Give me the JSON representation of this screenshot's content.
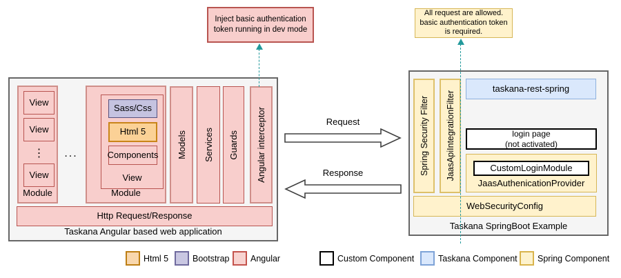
{
  "notes": {
    "dev_token": "Inject basic authentication token running in dev mode",
    "auth_required": "All request are allowed. basic authentication token is required."
  },
  "arrows": {
    "request": "Request",
    "response": "Response"
  },
  "angular_app": {
    "title": "Taskana Angular based web application",
    "modules": {
      "left": {
        "label": "Module",
        "views": [
          "View",
          "View",
          "View"
        ],
        "more_indicator": "⋮"
      },
      "between": "...",
      "right": {
        "label": "Module",
        "view": {
          "label": "View",
          "layers": [
            "Sass/Css",
            "Html 5",
            "Components"
          ]
        }
      }
    },
    "columns": [
      "Models",
      "Services",
      "Guards",
      "Angular interceptor"
    ],
    "http_bar": "Http Request/Response"
  },
  "springboot_app": {
    "title": "Taskana SpringBoot Example",
    "filters": [
      "Spring Security Filter",
      "JaasApiIntegrationFilter"
    ],
    "taskana_rest": "taskana-rest-spring",
    "login_page_line1": "login page",
    "login_page_line2": "(not activated)",
    "jaas_provider": {
      "label": "JaasAuthenicationProvider",
      "custom_module": "CustomLoginModule"
    },
    "web_security_config": "WebSecurityConfig"
  },
  "legend": [
    {
      "label": "Html 5",
      "fill": "#f8d7ad",
      "border": "#bd7e13"
    },
    {
      "label": "Bootstrap",
      "fill": "#c9c7e2",
      "border": "#6f6a9e"
    },
    {
      "label": "Angular",
      "fill": "#f8d3d0",
      "border": "#c4534c"
    },
    {
      "label": "Custom Component",
      "fill": "#ffffff",
      "border": "#000000"
    },
    {
      "label": "Taskana Component",
      "fill": "#dae8fc",
      "border": "#7ea3d7"
    },
    {
      "label": "Spring Component",
      "fill": "#fdf2cd",
      "border": "#d9b44c"
    }
  ],
  "colors": {
    "angular_fill": "#f8cecc",
    "angular_border": "#b85450",
    "spring_fill": "#fff2cc",
    "spring_border": "#d6b656",
    "taskana_fill": "#dae8fc",
    "taskana_border": "#8db0dd",
    "container_fill": "#f5f5f5",
    "container_border": "#666666",
    "connector": "#22999b"
  }
}
